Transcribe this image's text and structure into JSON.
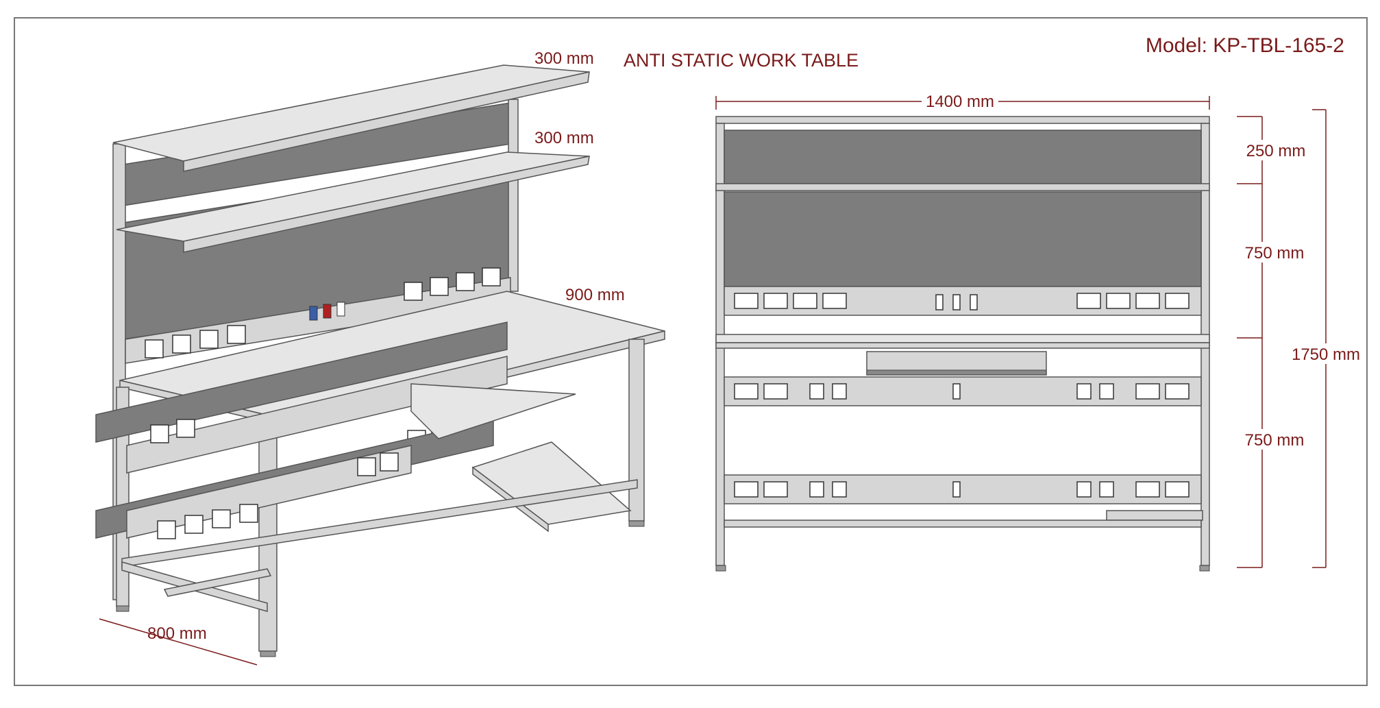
{
  "title": "ANTI STATIC WORK TABLE",
  "model": "Model: KP-TBL-165-2",
  "iso_view": {
    "dims": {
      "upper_shelf_depth": "300 mm",
      "lower_shelf_depth": "300 mm",
      "desk_depth": "900 mm",
      "table_depth": "800 mm"
    }
  },
  "front_view": {
    "dims": {
      "width": "1400 mm",
      "upper_shelf_gap": "250 mm",
      "panel_height": "750 mm",
      "lower_height": "750 mm",
      "total_height": "1750 mm"
    }
  },
  "colors": {
    "dimension_text": "#7a1a1a",
    "panel_gray": "#7d7d7d",
    "metal": "#d6d6d6"
  }
}
